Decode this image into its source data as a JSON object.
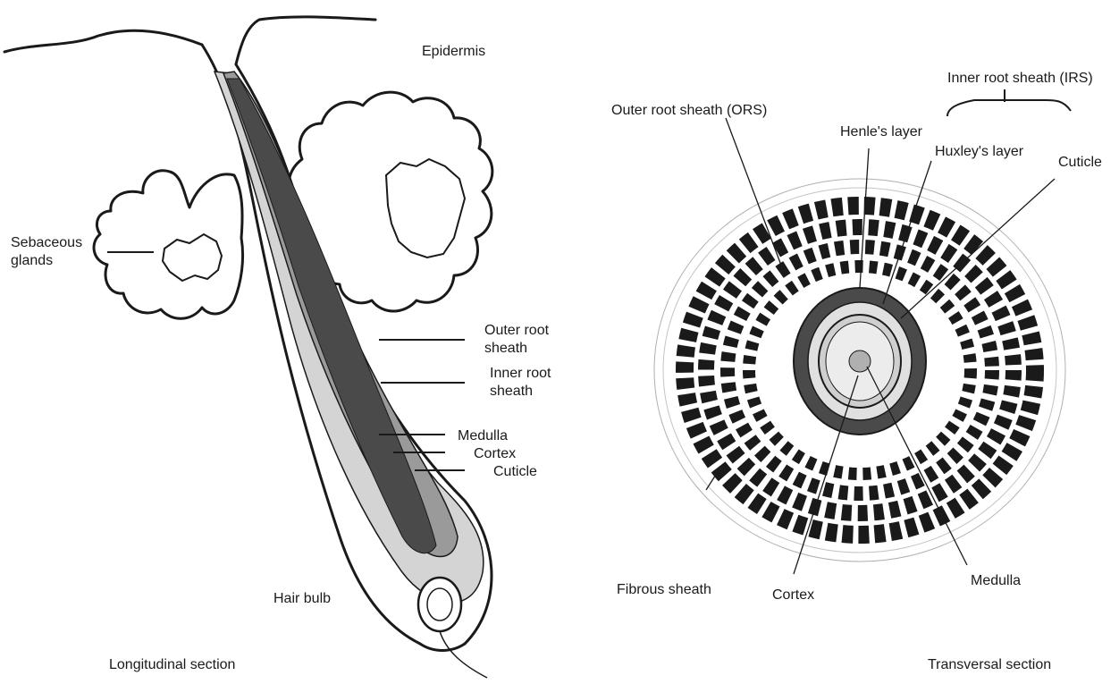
{
  "longitudinal": {
    "caption": "Longitudinal section",
    "labels": {
      "epidermis": "Epidermis",
      "sebaceous_line1": "Sebaceous",
      "sebaceous_line2": "glands",
      "ors_line1": "Outer root",
      "ors_line2": "sheath",
      "irs_line1": "Inner root",
      "irs_line2": "sheath",
      "medulla": "Medulla",
      "cortex": "Cortex",
      "cuticle": "Cuticle",
      "hair_bulb": "Hair bulb"
    }
  },
  "transversal": {
    "caption": "Transversal section",
    "labels": {
      "irs": "Inner root sheath (IRS)",
      "ors": "Outer root sheath (ORS)",
      "henle": "Henle's layer",
      "huxley": "Huxley's layer",
      "cuticle": "Cuticle",
      "fibrous": "Fibrous sheath",
      "cortex": "Cortex",
      "medulla": "Medulla"
    }
  },
  "colors": {
    "ink": "#1a1a1a",
    "dark_layer": "#4a4a4a",
    "mid_layer": "#9a9a9a",
    "light_layer": "#d4d4d4",
    "paper": "#ffffff"
  }
}
